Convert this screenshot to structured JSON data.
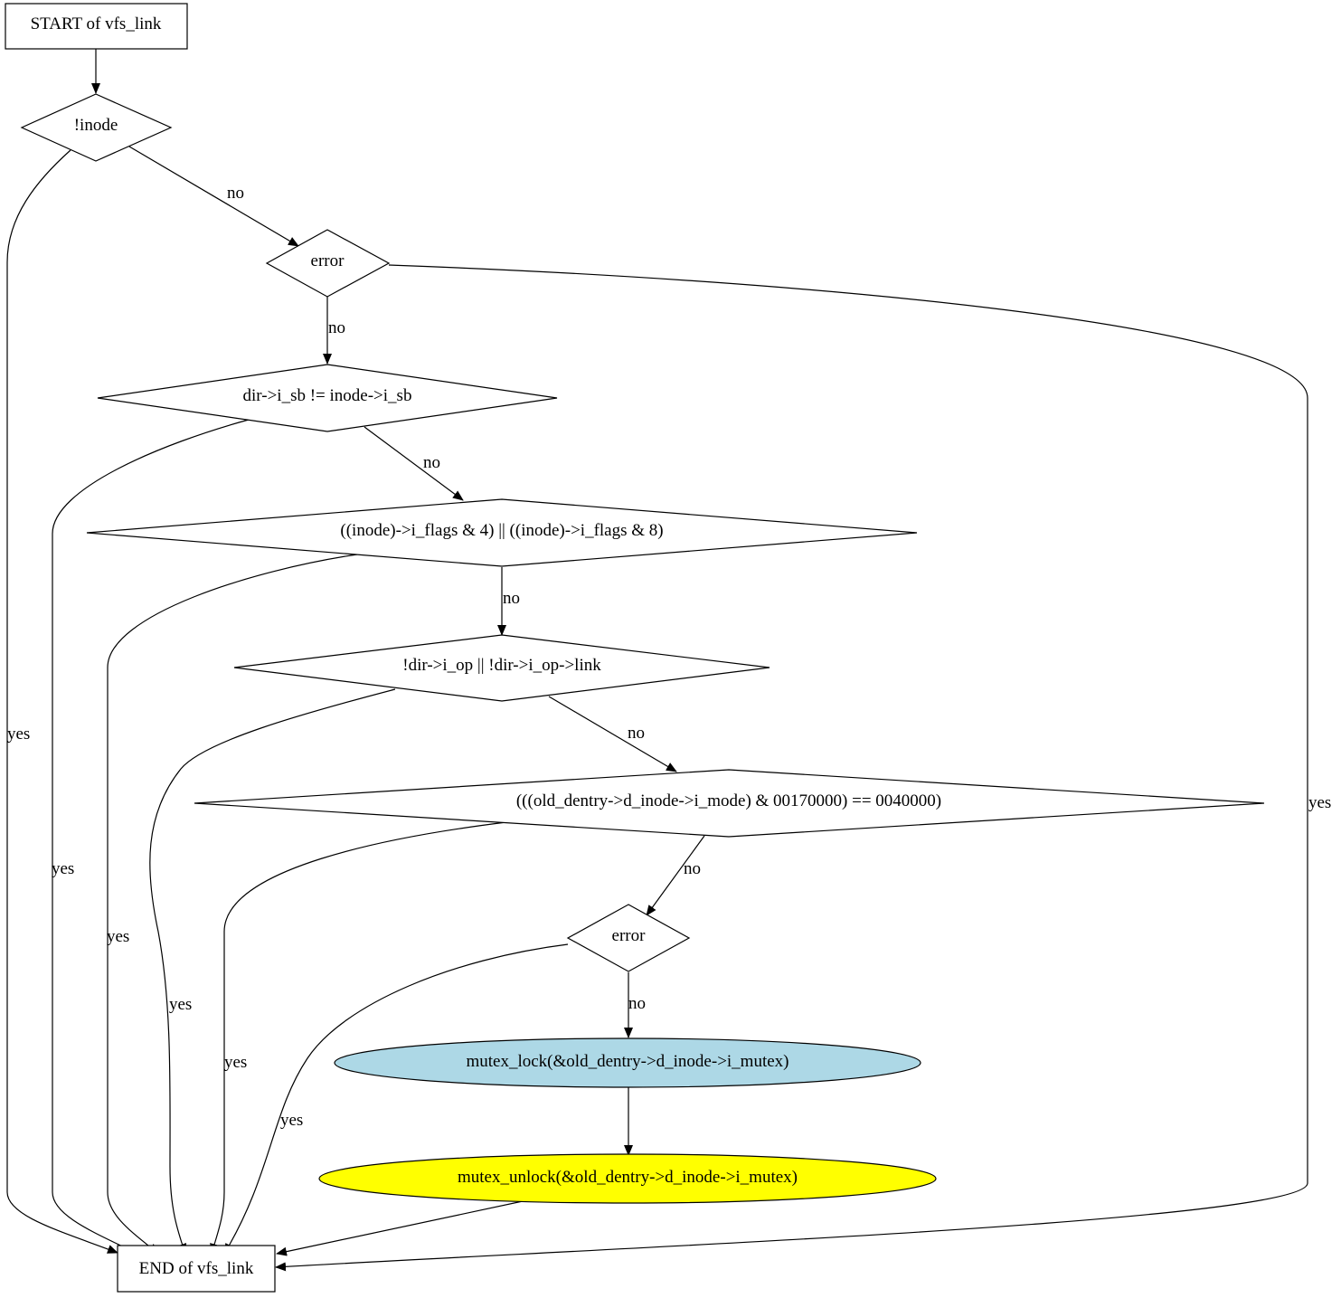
{
  "nodes": {
    "start": {
      "label": "START of vfs_link",
      "shape": "box"
    },
    "d1": {
      "label": "!inode",
      "shape": "diamond"
    },
    "d2": {
      "label": "error",
      "shape": "diamond"
    },
    "d3": {
      "label": "dir->i_sb != inode->i_sb",
      "shape": "diamond"
    },
    "d4": {
      "label": "((inode)->i_flags & 4) || ((inode)->i_flags & 8)",
      "shape": "diamond"
    },
    "d5": {
      "label": "!dir->i_op || !dir->i_op->link",
      "shape": "diamond"
    },
    "d6": {
      "label": "(((old_dentry->d_inode->i_mode) & 00170000) == 0040000)",
      "shape": "diamond"
    },
    "d7": {
      "label": "error",
      "shape": "diamond"
    },
    "lock": {
      "label": "mutex_lock(&old_dentry->d_inode->i_mutex)",
      "shape": "ellipse",
      "fill": "#add8e6"
    },
    "unlock": {
      "label": "mutex_unlock(&old_dentry->d_inode->i_mutex)",
      "shape": "ellipse",
      "fill": "#ffff00"
    },
    "end": {
      "label": "END of vfs_link",
      "shape": "box"
    }
  },
  "edges": [
    {
      "id": "start-d1",
      "from": "start",
      "to": "d1",
      "label": ""
    },
    {
      "id": "d1-end",
      "from": "d1",
      "to": "end",
      "label": "yes"
    },
    {
      "id": "d1-d2",
      "from": "d1",
      "to": "d2",
      "label": "no"
    },
    {
      "id": "d2-end",
      "from": "d2",
      "to": "end",
      "label": "yes"
    },
    {
      "id": "d2-d3",
      "from": "d2",
      "to": "d3",
      "label": "no"
    },
    {
      "id": "d3-end",
      "from": "d3",
      "to": "end",
      "label": "yes"
    },
    {
      "id": "d3-d4",
      "from": "d3",
      "to": "d4",
      "label": "no"
    },
    {
      "id": "d4-end",
      "from": "d4",
      "to": "end",
      "label": "yes"
    },
    {
      "id": "d4-d5",
      "from": "d4",
      "to": "d5",
      "label": "no"
    },
    {
      "id": "d5-end",
      "from": "d5",
      "to": "end",
      "label": "yes"
    },
    {
      "id": "d5-d6",
      "from": "d5",
      "to": "d6",
      "label": "no"
    },
    {
      "id": "d6-end",
      "from": "d6",
      "to": "end",
      "label": "yes"
    },
    {
      "id": "d6-d7",
      "from": "d6",
      "to": "d7",
      "label": "no"
    },
    {
      "id": "d7-end",
      "from": "d7",
      "to": "end",
      "label": "yes"
    },
    {
      "id": "d7-lock",
      "from": "d7",
      "to": "lock",
      "label": "no"
    },
    {
      "id": "lock-unlock",
      "from": "lock",
      "to": "unlock",
      "label": ""
    },
    {
      "id": "unlock-end",
      "from": "unlock",
      "to": "end",
      "label": ""
    }
  ]
}
